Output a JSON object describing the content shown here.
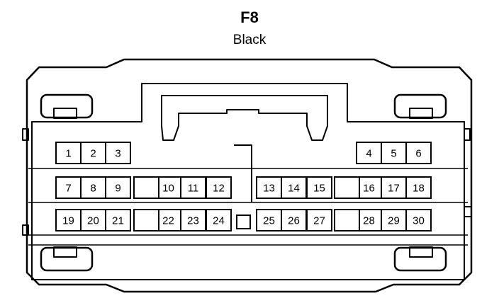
{
  "connector": {
    "name": "F8",
    "color": "Black"
  },
  "pins": {
    "row1": [
      "1",
      "2",
      "3",
      "4",
      "5",
      "6"
    ],
    "row2": [
      "7",
      "8",
      "9",
      "10",
      "11",
      "12",
      "13",
      "14",
      "15",
      "16",
      "17",
      "18"
    ],
    "row3": [
      "19",
      "20",
      "21",
      "22",
      "23",
      "24",
      "25",
      "26",
      "27",
      "28",
      "29",
      "30"
    ]
  },
  "colors": {
    "stroke": "#000000",
    "background": "#ffffff"
  }
}
